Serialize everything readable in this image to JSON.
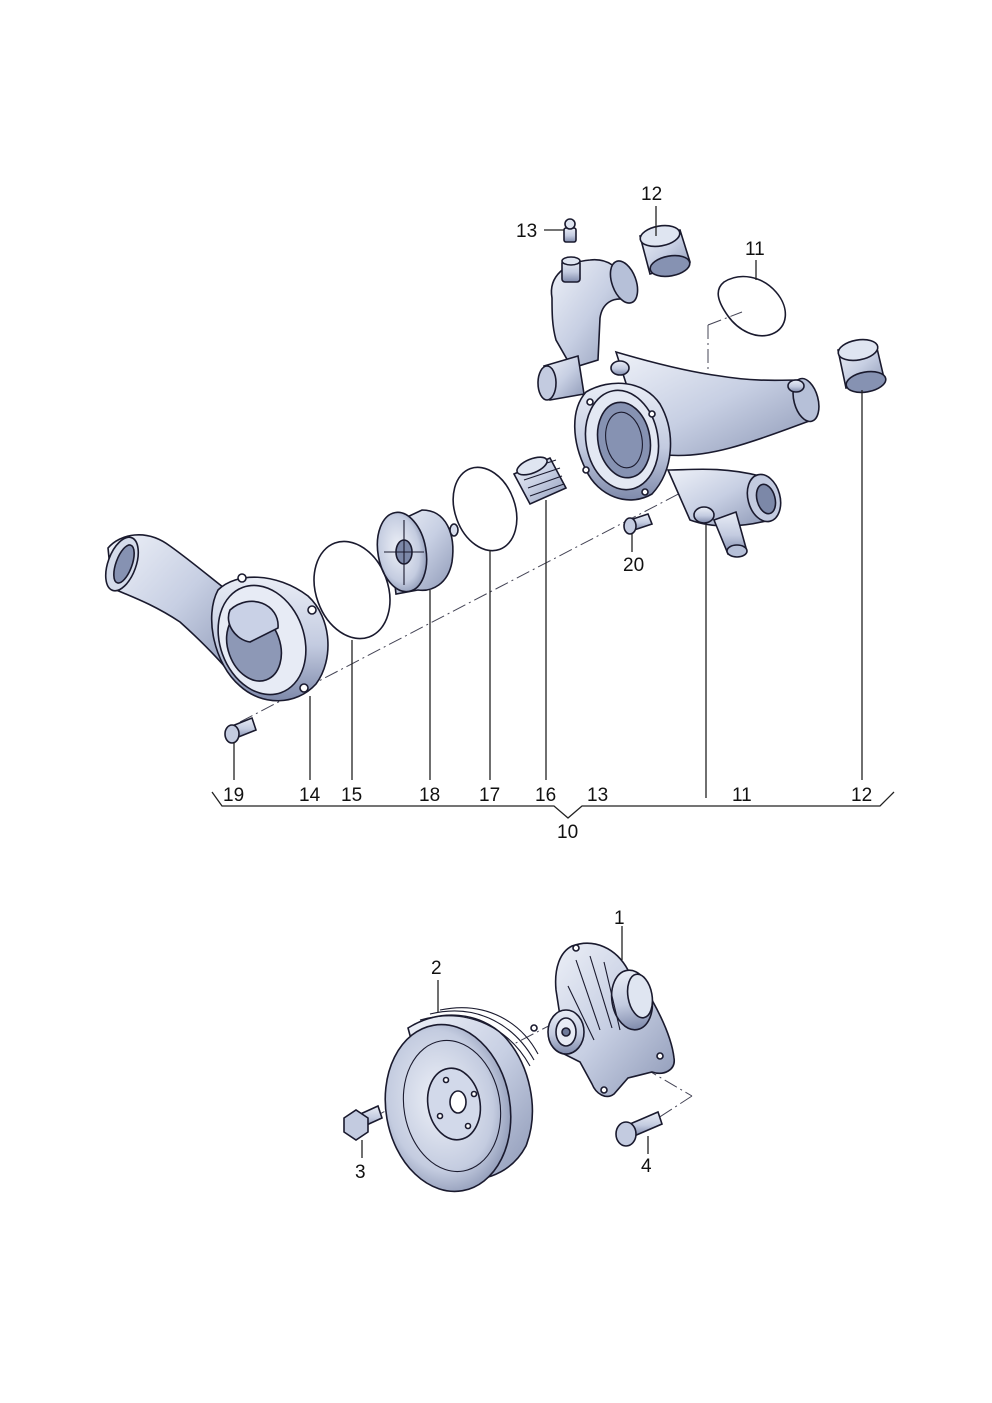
{
  "callouts": {
    "upper": {
      "c13_top": "13",
      "c12_top": "12",
      "c11_top": "11",
      "c20": "20"
    },
    "bracket_row": {
      "c19": "19",
      "c14": "14",
      "c15": "15",
      "c18": "18",
      "c17": "17",
      "c16": "16",
      "c13": "13",
      "c11": "11",
      "c12": "12",
      "c10": "10"
    },
    "lower": {
      "c1": "1",
      "c2": "2",
      "c3": "3",
      "c4": "4"
    }
  },
  "colors": {
    "part_fill": "#c9d2e6",
    "part_shade": "#8c98b8",
    "part_light": "#e6ebf5",
    "stroke": "#1a1a2e"
  }
}
